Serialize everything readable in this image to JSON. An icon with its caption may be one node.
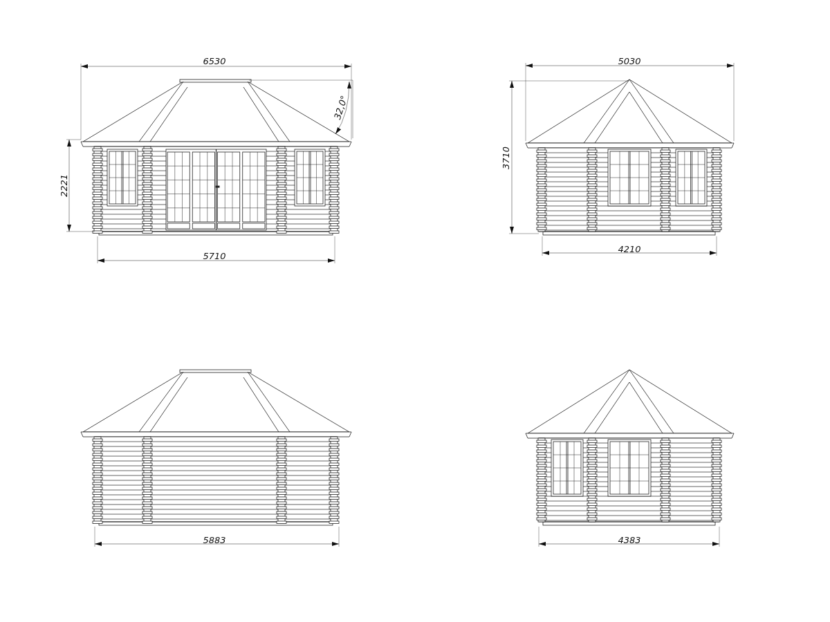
{
  "diagram": {
    "labels": [
      "6530",
      "32,0°",
      "2221",
      "5710",
      "5030",
      "3710",
      "4210",
      "5883",
      "4383"
    ]
  }
}
